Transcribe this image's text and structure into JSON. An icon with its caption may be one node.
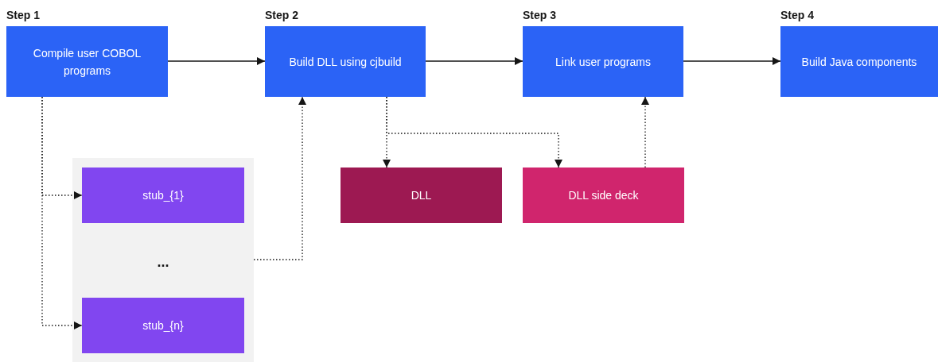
{
  "diagram": {
    "nodes": [
      {
        "text": [
          "Step 1",
          "Compile user COBOL programs"
        ]
      },
      {
        "text": [
          "Step 2",
          "Build DLL using cjbuild"
        ]
      },
      {
        "text": [
          "Step 3",
          "Link user programs"
        ]
      },
      {
        "text": [
          "Step 4",
          "Build Java components"
        ]
      },
      {
        "text": [
          "..."
        ]
      },
      {
        "text": [
          "stub_{1}"
        ],
        "in": 4
      },
      {
        "text": [
          "stub_{n}"
        ],
        "in": 4
      },
      {
        "text": [
          "DLL"
        ]
      },
      {
        "text": [
          "DLL side deck"
        ]
      }
    ],
    "edges": [
      {
        "from": 0,
        "to": 1,
        "arrow": "to"
      },
      {
        "from": 1,
        "to": 2,
        "arrow": "to"
      },
      {
        "from": 2,
        "to": 3,
        "arrow": "to"
      },
      {
        "from": 0,
        "to": 5,
        "arrow": "to",
        "style": "dashed"
      },
      {
        "from": 0,
        "to": 6,
        "arrow": "to",
        "style": "dashed"
      },
      {
        "from": 4,
        "to": 1,
        "arrow": "to",
        "style": "dashed"
      },
      {
        "from": 1,
        "to": 7,
        "arrow": "to",
        "style": "dashed"
      },
      {
        "from": 1,
        "to": 8,
        "arrow": "to",
        "style": "dashed"
      },
      {
        "from": 8,
        "to": 2,
        "arrow": "to",
        "style": "dashed"
      }
    ]
  }
}
